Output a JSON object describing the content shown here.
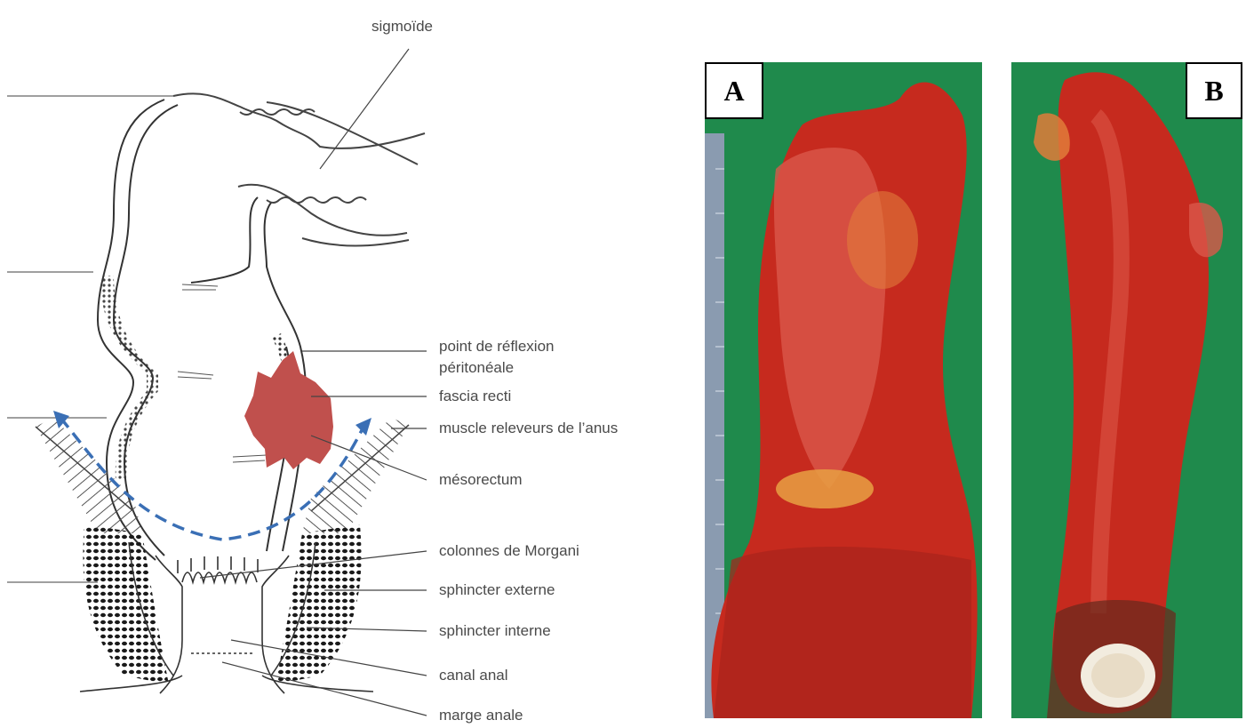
{
  "diagram": {
    "labels": {
      "sigmoide": "sigmoïde",
      "reflexion_line1": "point de réflexion",
      "reflexion_line2": "péritonéale",
      "fascia": "fascia recti",
      "releveurs": "muscle releveurs de l’anus",
      "mesorectum": "mésorectum",
      "morgani": "colonnes de Morgani",
      "sphincter_externe": "sphincter externe",
      "sphincter_interne": "sphincter interne",
      "canal": "canal anal",
      "marge": "marge anale"
    },
    "tumor_color": "#c0504d",
    "dissection_path_color": "#3a6fb5",
    "line_color": "#444444"
  },
  "photos": {
    "panel_a_letter": "A",
    "panel_b_letter": "B",
    "background_color": "#1f8a4c",
    "tissue_color": "#c62a1e"
  }
}
